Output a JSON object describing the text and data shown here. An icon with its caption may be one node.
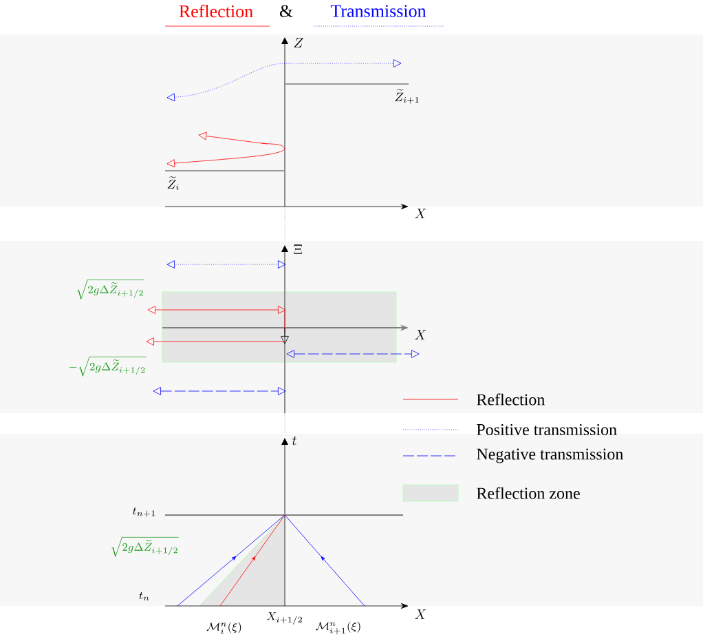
{
  "diagram": {
    "labels": [
      "Reflection",
      "&",
      "Transmission",
      "Z",
      "\\widetilde{Z}_{i+1}",
      "\\widetilde{Z}_i",
      "X",
      "\\Xi",
      "\\sqrt{2g\\Delta\\widetilde{Z}_{i+1/2}}",
      "X",
      "-\\sqrt{2g\\Delta\\widetilde{Z}_{i+1/2}}",
      "t",
      "t_{n+1}",
      "\\sqrt{2g\\Delta\\widetilde{Z}_{i+1/2}}",
      "t_n",
      "X_{i+1/2}",
      "X",
      "\\mathcal{M}_i^n(\\xi)",
      "\\mathcal{M}_{i+1}^n(\\xi)"
    ],
    "legend": [
      {
        "text": "Reflection"
      },
      {
        "text": "Positive transmission"
      },
      {
        "text": "Negative transmission"
      },
      {
        "text": "Reflection zone",
        "color": "#e5e5e5"
      }
    ]
  }
}
